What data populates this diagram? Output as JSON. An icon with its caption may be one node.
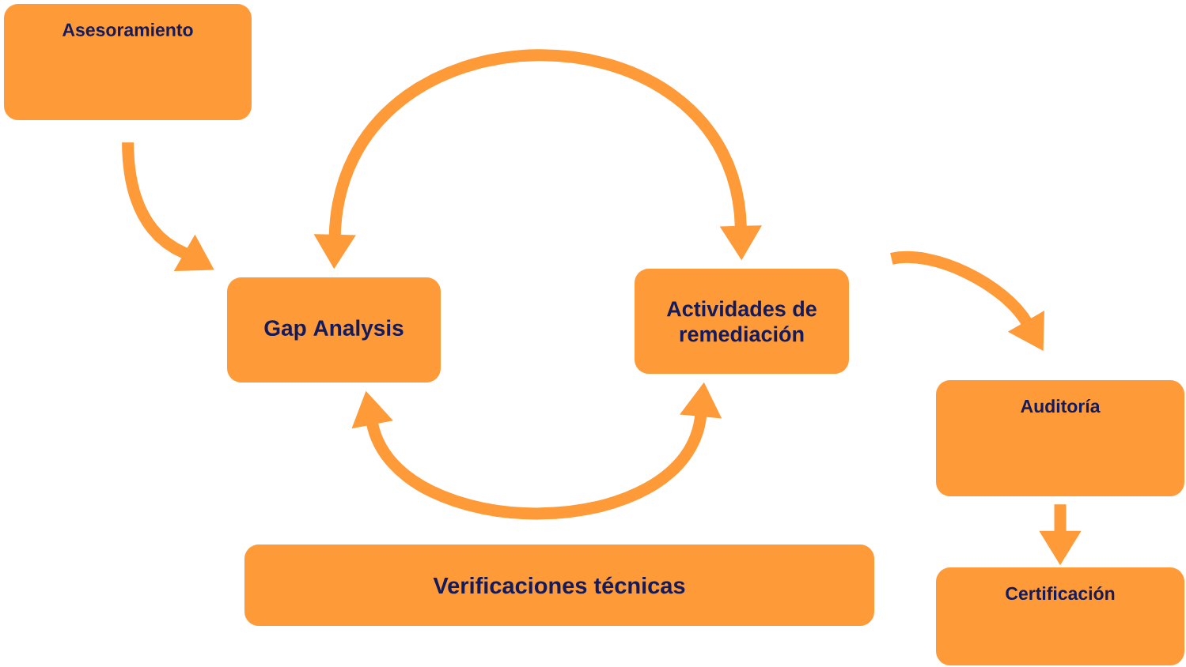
{
  "diagram": {
    "nodes": [
      {
        "text": [
          "Asesoramiento"
        ]
      },
      {
        "text": [
          "Gap Analysis"
        ]
      },
      {
        "text": [
          "Actividades de remediación"
        ]
      },
      {
        "text": [
          "Auditoría"
        ]
      },
      {
        "text": [
          "Certificación"
        ]
      },
      {
        "text": [
          "Verificaciones técnicas"
        ]
      }
    ],
    "edges": [
      {
        "from": 0,
        "to": 1,
        "arrow": "to"
      },
      {
        "from": 1,
        "to": 2,
        "arrow": "both"
      },
      {
        "from": 1,
        "to": 2,
        "arrow": "both"
      },
      {
        "from": 2,
        "to": 3,
        "arrow": "to"
      },
      {
        "from": 3,
        "to": 4,
        "arrow": "to"
      }
    ]
  }
}
